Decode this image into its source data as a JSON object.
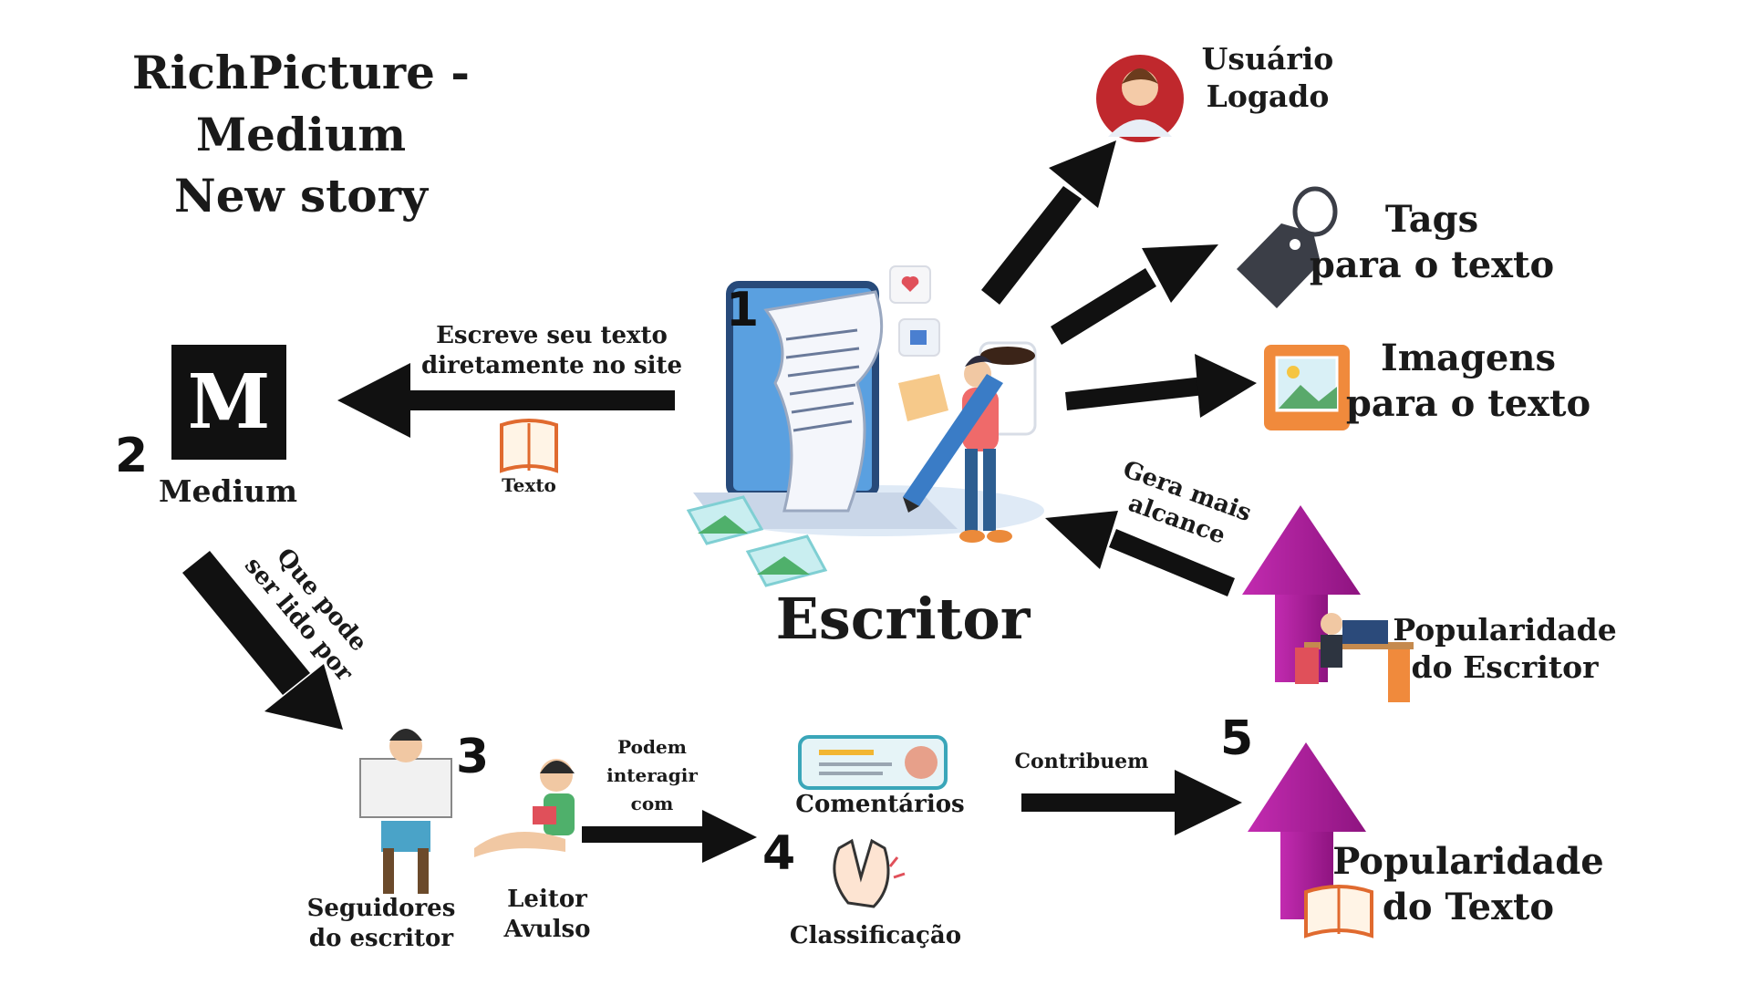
{
  "title": {
    "line1": "RichPicture - Medium",
    "line2": "New story"
  },
  "central": {
    "label": "Escritor",
    "number": "1"
  },
  "medium": {
    "logo_letter": "M",
    "label": "Medium",
    "number": "2"
  },
  "arrow_to_medium": {
    "line1": "Escreve seu texto",
    "line2": "diretamente no site",
    "book_label": "Texto"
  },
  "arrow_to_readers": {
    "line1": "Que pode",
    "line2": "ser lido por"
  },
  "readers": {
    "number": "3",
    "followers": {
      "line1": "Seguidores",
      "line2": "do escritor"
    },
    "casual": {
      "line1": "Leitor",
      "line2": "Avulso"
    }
  },
  "interact": {
    "line1": "Podem",
    "line2": "interagir",
    "line3": "com",
    "number": "4"
  },
  "interactions": {
    "comments": "Comentários",
    "rating": "Classificação"
  },
  "contribute": {
    "label": "Contribuem",
    "number": "5"
  },
  "outputs": {
    "user": {
      "line1": "Usuário",
      "line2": "Logado"
    },
    "tags": {
      "line1": "Tags",
      "line2": "para o texto"
    },
    "images": {
      "line1": "Imagens",
      "line2": "para o texto"
    }
  },
  "popularity": {
    "writer": {
      "line1": "Popularidade",
      "line2": "do Escritor"
    },
    "text": {
      "line1": "Popularidade",
      "line2": "do Texto"
    }
  },
  "reach": {
    "line1": "Gera mais",
    "line2": "alcance"
  },
  "colors": {
    "arrow": "#111111",
    "popularity_arrow": "#a0198f",
    "image_icon": "#f08a3c",
    "user_icon": "#c0282d"
  }
}
